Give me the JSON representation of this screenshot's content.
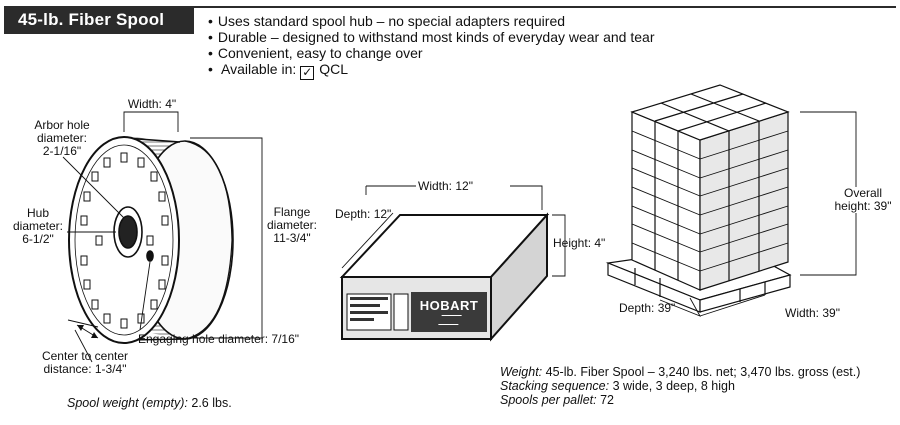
{
  "header": {
    "title": "45-lb. Fiber Spool",
    "bullets": [
      "Uses standard spool hub – no special adapters required",
      "Durable – designed to withstand most kinds of everyday wear and tear",
      "Convenient, easy to change over"
    ],
    "available_prefix": "Available in:",
    "available_item": "QCL",
    "available_checked": "✓"
  },
  "spool": {
    "width_label": "Width: 4\"",
    "arbor_label": [
      "Arbor hole",
      "diameter:",
      "2-1/16\""
    ],
    "hub_label": [
      "Hub",
      "diameter:",
      "6-1/2\""
    ],
    "flange_label": [
      "Flange",
      "diameter:",
      "11-3/4\""
    ],
    "engaging_label": "Engaging hole diameter: 7/16\"",
    "center_label": [
      "Center to center",
      "distance: 1-3/4\""
    ],
    "weight_label": "Spool weight (empty):",
    "weight_value": "2.6 lbs."
  },
  "box": {
    "width_label": "Width: 12\"",
    "depth_label": "Depth: 12\"",
    "height_label": "Height: 4\"",
    "brand": "HOBART"
  },
  "pallet": {
    "overall_label": [
      "Overall",
      "height: 39\""
    ],
    "depth_label": "Depth: 39\"",
    "width_label": "Width: 39\"",
    "weight_label": "Weight:",
    "weight_value": "45-lb. Fiber Spool – 3,240 lbs. net; 3,470 lbs. gross (est.)",
    "stacking_label": "Stacking sequence:",
    "stacking_value": "3 wide, 3 deep, 8 high",
    "spools_label": "Spools per pallet:",
    "spools_value": "72"
  },
  "colors": {
    "title_bg": "#2b2b2b",
    "line": "#111111",
    "box_face": "#e6e6e6"
  }
}
